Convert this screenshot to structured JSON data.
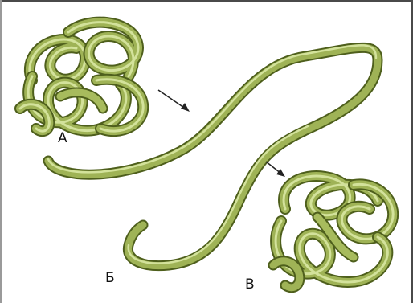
{
  "labels": {
    "a": "А",
    "b": "Б",
    "c": "В"
  },
  "colors": {
    "fiber": "#8a9e43",
    "fiber_light": "#c6d88a",
    "fiber_dark": "#4e5f1c",
    "arrow": "#222222"
  }
}
